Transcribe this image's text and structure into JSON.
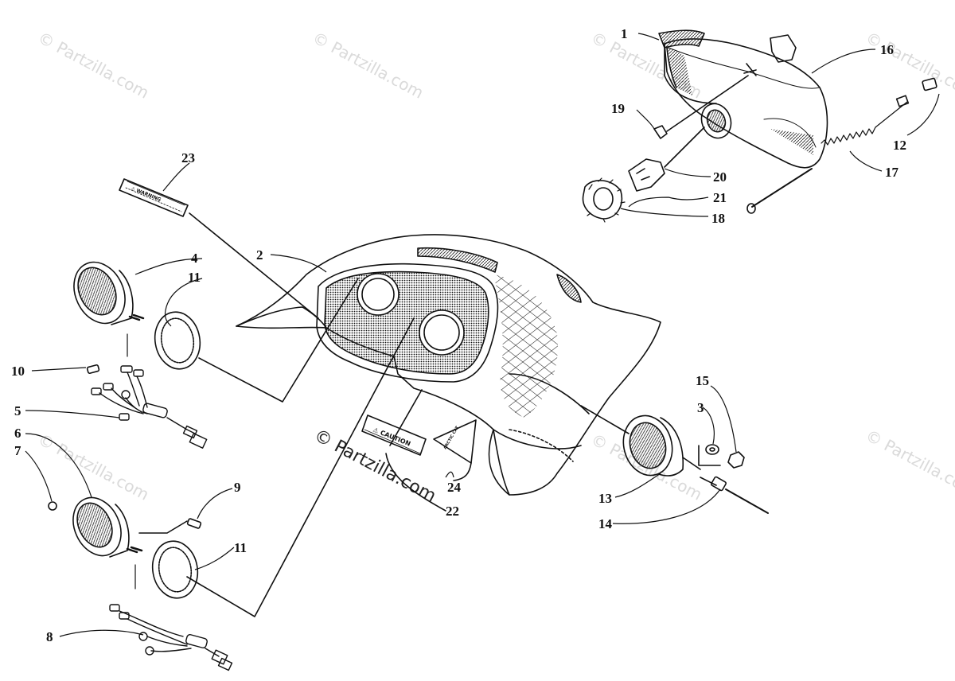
{
  "watermark": {
    "text": "© Partzilla.com",
    "center_text": "© Partzilla.com"
  },
  "decals": {
    "caution_text": "⚠ CAUTION",
    "warning_text": "⚠ WARNING",
    "arctic_cat_text": "ARCTIC CAT"
  },
  "callouts": [
    {
      "num": "1"
    },
    {
      "num": "2"
    },
    {
      "num": "3"
    },
    {
      "num": "4"
    },
    {
      "num": "5"
    },
    {
      "num": "6"
    },
    {
      "num": "7"
    },
    {
      "num": "8"
    },
    {
      "num": "9"
    },
    {
      "num": "10"
    },
    {
      "num": "11"
    },
    {
      "num": "11"
    },
    {
      "num": "12"
    },
    {
      "num": "13"
    },
    {
      "num": "14"
    },
    {
      "num": "15"
    },
    {
      "num": "16"
    },
    {
      "num": "17"
    },
    {
      "num": "18"
    },
    {
      "num": "19"
    },
    {
      "num": "20"
    },
    {
      "num": "21"
    },
    {
      "num": "22"
    },
    {
      "num": "23"
    },
    {
      "num": "24"
    }
  ]
}
